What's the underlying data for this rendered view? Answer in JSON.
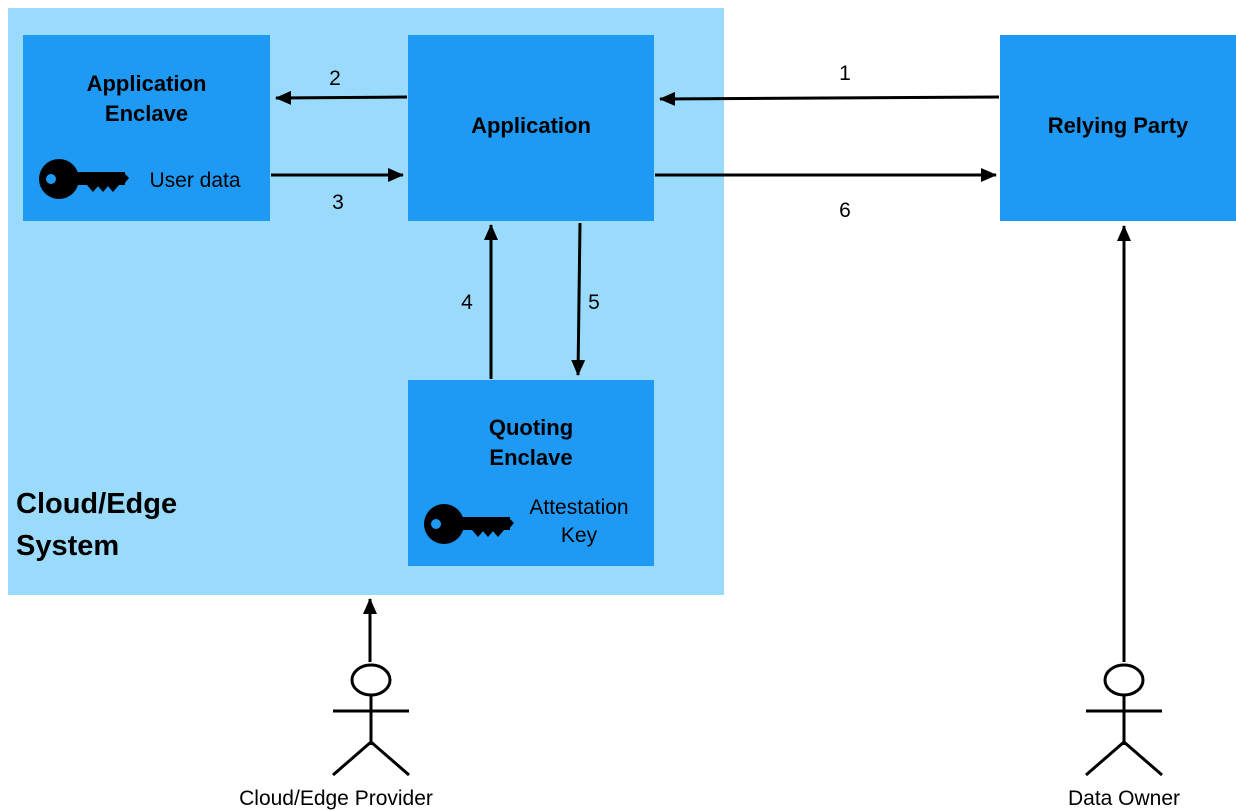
{
  "system": {
    "label": "Cloud/Edge\nSystem"
  },
  "boxes": {
    "app_enclave": {
      "title": "Application\nEnclave",
      "key_label": "User data"
    },
    "application": {
      "title": "Application"
    },
    "relying_party": {
      "title": "Relying Party"
    },
    "quoting_enclave": {
      "title": "Quoting\nEnclave",
      "key_label": "Attestation\nKey"
    }
  },
  "arrows": {
    "a1": "1",
    "a2": "2",
    "a3": "3",
    "a4": "4",
    "a5": "5",
    "a6": "6"
  },
  "actors": {
    "provider": {
      "label": "Cloud/Edge Provider"
    },
    "owner": {
      "label": "Data Owner"
    }
  },
  "icons": {
    "key": "key-icon",
    "actor": "stick-figure-icon"
  },
  "colors": {
    "system_bg": "#9adbfb",
    "box_bg": "#1e9af5",
    "stroke": "#000000"
  }
}
